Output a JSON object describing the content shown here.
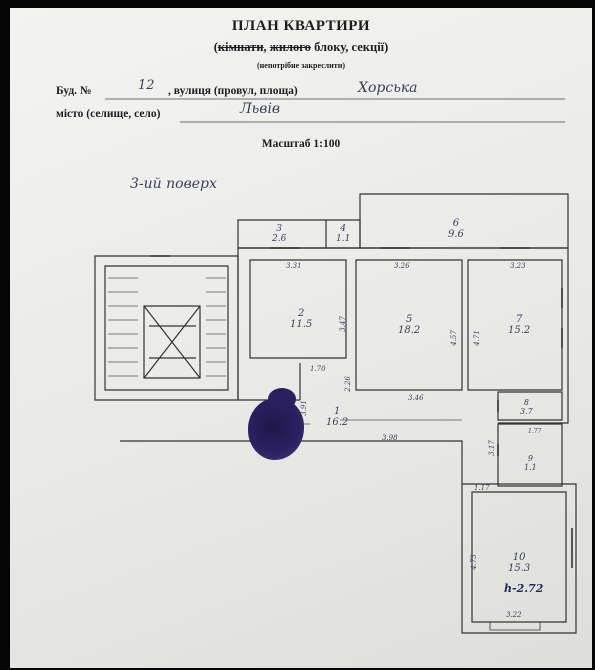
{
  "header": {
    "title": "ПЛАН КВАРТИРИ",
    "sub_open": "(",
    "sub_room": "кімнати",
    "sub_sep1": ", ",
    "sub_block": "жилого",
    "sub_rest": " блоку, секції)",
    "note": "(непотрібне закреслити)"
  },
  "address": {
    "building_label": "Буд. №",
    "building_value": "12",
    "street_label": ", вулиця (провул, площа)",
    "street_value": "Хорська",
    "city_label": "місто (селище, село)",
    "city_value": "Львів"
  },
  "scale": "Масштаб 1:100",
  "plan": {
    "floor_label": "3-ий поверх",
    "rooms": [
      {
        "num": "3",
        "area": "2.6"
      },
      {
        "num": "4",
        "area": "1.1"
      },
      {
        "num": "6",
        "area": "9.6"
      },
      {
        "num": "2",
        "area": "11.5"
      },
      {
        "num": "5",
        "area": "18.2"
      },
      {
        "num": "7",
        "area": "15.2"
      },
      {
        "num": "1",
        "area": "16.2"
      },
      {
        "num": "8",
        "area": "3.7"
      },
      {
        "num": "9",
        "area": "1.1"
      },
      {
        "num": "10",
        "area": "15.3"
      }
    ],
    "dims": [
      "3.31",
      "3.26",
      "3.23",
      "3.47",
      "4.57",
      "4.71",
      "1.70",
      "2.26",
      "3.46",
      "3.91",
      "3.98",
      "1.77",
      "1.17",
      "3.17",
      "4.73",
      "3.22"
    ],
    "height_label": "h-2.72"
  }
}
